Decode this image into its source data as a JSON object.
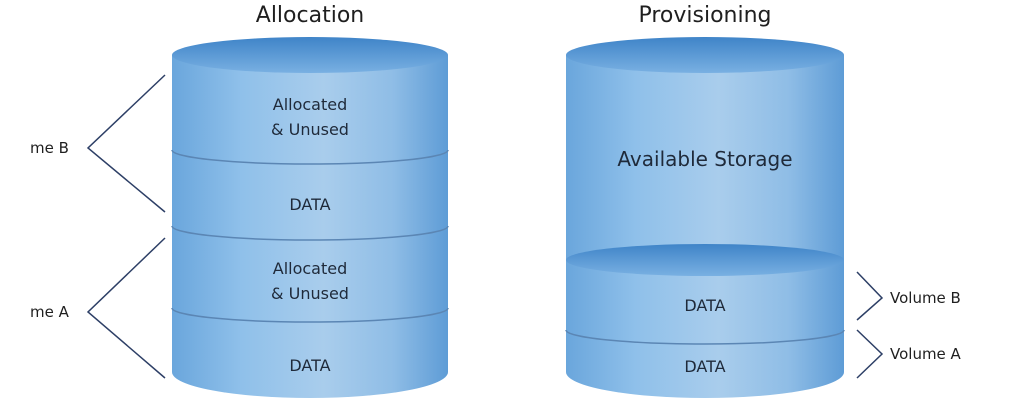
{
  "allocation": {
    "title": "Allocation",
    "segments": [
      {
        "line1": "Allocated",
        "line2": "& Unused"
      },
      {
        "line1": "DATA"
      },
      {
        "line1": "Allocated",
        "line2": "& Unused"
      },
      {
        "line1": "DATA"
      }
    ],
    "brackets": [
      "me B",
      "me A"
    ]
  },
  "provisioning": {
    "title": "Provisioning",
    "available_label": "Available Storage",
    "segments": [
      {
        "line1": "DATA"
      },
      {
        "line1": "DATA"
      }
    ],
    "brackets": [
      "Volume B",
      "Volume A"
    ]
  },
  "colors": {
    "body_light": "#a9cdec",
    "body_mid": "#7db3e0",
    "body_dark": "#4d8dca",
    "top_ellipse": "#5a9ad6",
    "divider": "#5b86b4",
    "bracket": "#2d3f66"
  }
}
